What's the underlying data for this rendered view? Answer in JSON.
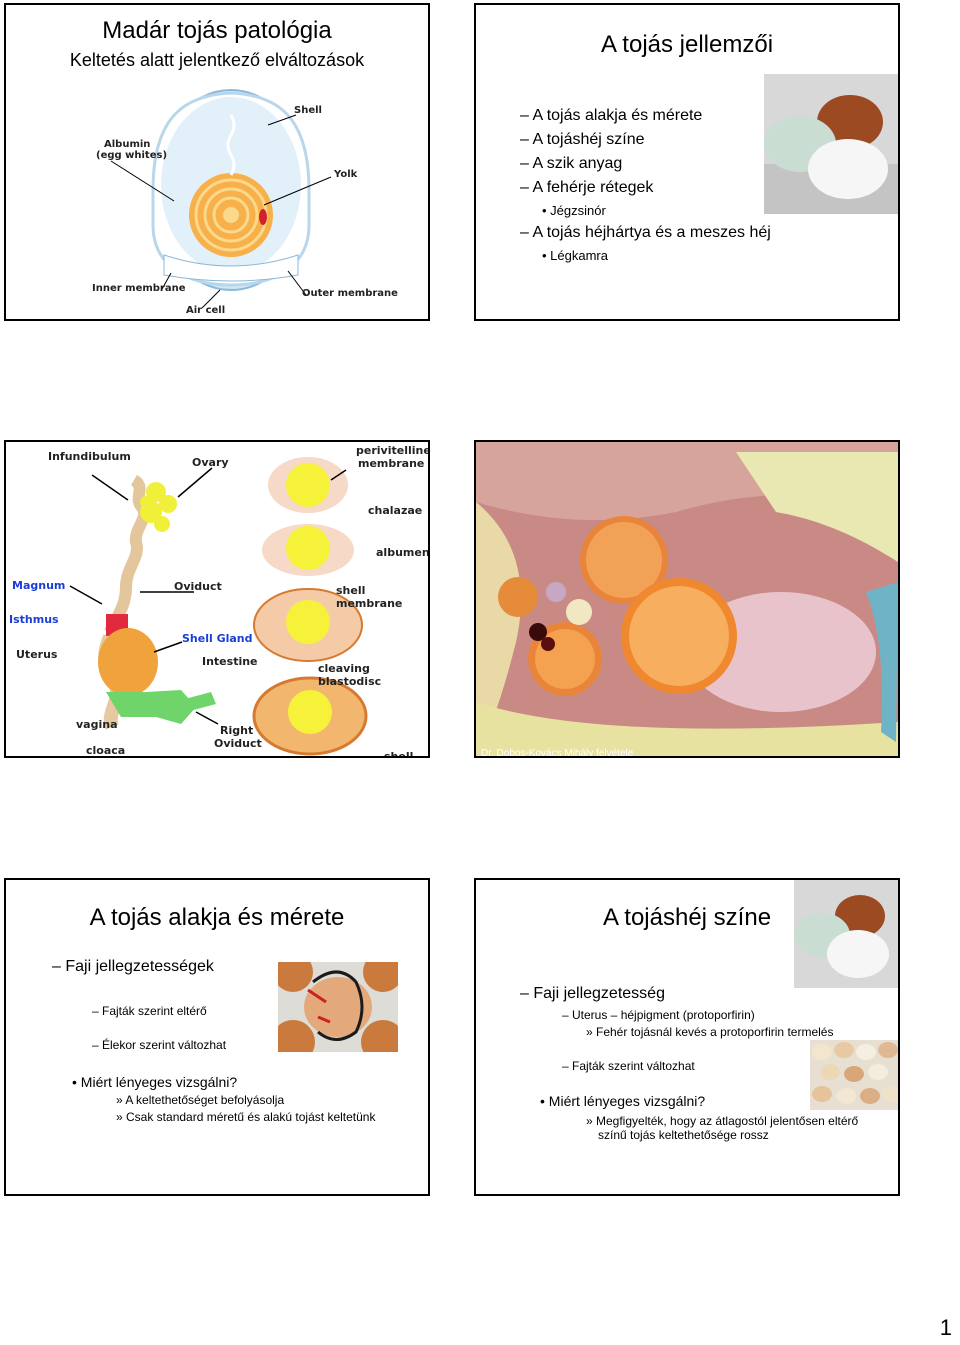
{
  "slide1": {
    "title": "Madár tojás patológia",
    "subtitle": "Keltetés alatt jelentkező elváltozások",
    "labels": {
      "albumin": "Albumin",
      "egg_whites": "(egg whites)",
      "shell": "Shell",
      "yolk": "Yolk",
      "inner_membrane": "Inner membrane",
      "outer_membrane": "Outer membrane",
      "air_cell": "Air cell"
    }
  },
  "slide2": {
    "title": "A tojás jellemzői",
    "items": [
      "– A tojás alakja és mérete",
      "– A tojáshéj színe",
      "– A szik anyag",
      "– A fehérje rétegek",
      "• Jégzsinór",
      "– A tojás héjhártya és a meszes héj",
      "• Légkamra"
    ]
  },
  "slide3": {
    "labels": {
      "infundibulum": "Infundibulum",
      "ovary": "Ovary",
      "perivitelline": "perivitelline",
      "membrane": "membrane",
      "chalazae": "chalazae",
      "albumen": "albumen",
      "magnum": "Magnum",
      "oviduct": "Oviduct",
      "shell_membrane": "shell membrane",
      "isthmus": "Isthmus",
      "shell_gland": "Shell Gland",
      "uterus": "Uterus",
      "intestine": "Intestine",
      "cleaving_blastodisc": "cleaving blastodisc",
      "vagina": "vagina",
      "right": "Right",
      "oviduct2": "Oviduct",
      "cloaca": "cloaca",
      "shell": "shell"
    }
  },
  "slide4": {
    "credit": "Dr. Dobos-Kovács Mihály felvétele"
  },
  "slide5": {
    "title": "A tojás alakja és mérete",
    "l1": "– Faji jellegzetességek",
    "l2a": "– Fajták szerint eltérő",
    "l2b": "– Élekor szerint változhat",
    "l3": "• Miért lényeges vizsgálni?",
    "l4a": "» A keltethetőséget befolyásolja",
    "l4b": "» Csak standard méretű és alakú tojást keltetünk"
  },
  "slide6": {
    "title": "A tojáshéj színe",
    "l1": "– Faji jellegzetesség",
    "l2": "– Uterus – héjpigment (protoporfirin)",
    "l3": "» Fehér tojásnál kevés a protoporfirin termelés",
    "l4": "– Fajták szerint változhat",
    "l5": "• Miért lényeges vizsgálni?",
    "l6a": "» Megfigyelték, hogy az átlagostól jelentősen eltérő",
    "l6b": "színű tojás keltethetősége rossz"
  },
  "page_number": "1"
}
